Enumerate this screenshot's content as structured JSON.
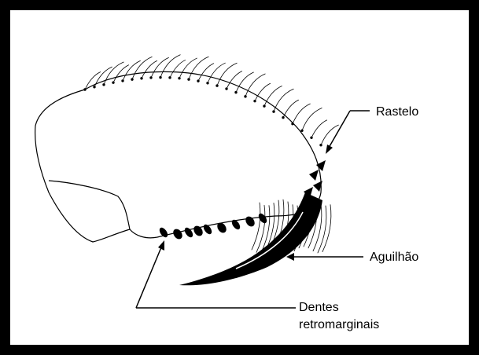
{
  "labels": {
    "rastelo": "Rastelo",
    "aguilhao": "Aguilhão",
    "dentes_line1": "Dentes",
    "dentes_line2": "retromarginais"
  },
  "colors": {
    "border": "#000000",
    "background": "#ffffff",
    "ink": "#000000"
  }
}
